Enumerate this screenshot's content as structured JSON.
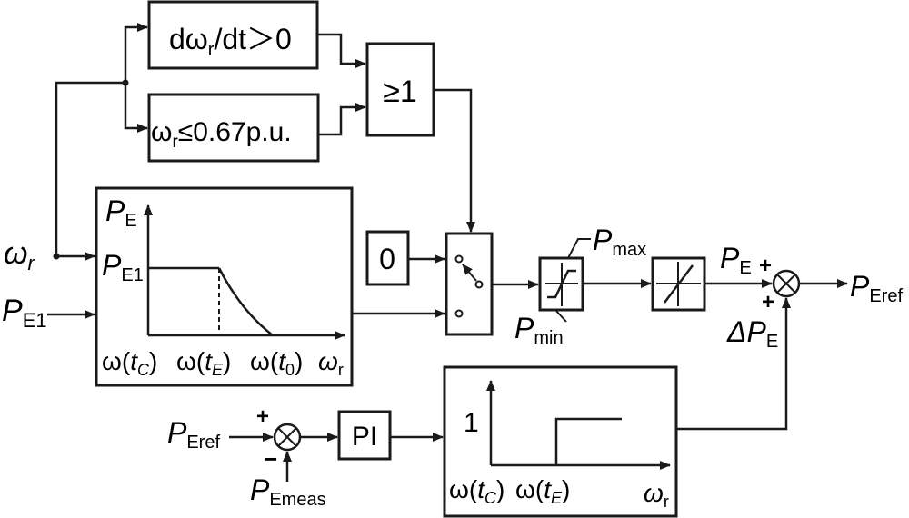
{
  "inputs": {
    "omega_r": {
      "sym": "ω",
      "sub": "r"
    },
    "pe1": {
      "sym": "P",
      "sub": "E1"
    },
    "peref_in": {
      "sym": "P",
      "sub": "Eref"
    },
    "pemeas": {
      "sym": "P",
      "sub": "Emeas"
    }
  },
  "blocks": {
    "derivative": {
      "pre": "dω",
      "sub": "r",
      "post": "/dt＞0"
    },
    "speed_check": {
      "pre": "ω",
      "sub": "r",
      "post": "≤0.67p.u."
    },
    "or_gate": "≥1",
    "zero": "0",
    "pi": "PI"
  },
  "curve_block": {
    "y_axis": {
      "sym": "P",
      "sub": "E"
    },
    "level": {
      "sym": "P",
      "sub": "E1"
    },
    "ticks": [
      {
        "pre": "ω(",
        "var": "t",
        "sub": "C",
        "post": ")"
      },
      {
        "pre": "ω(",
        "var": "t",
        "sub": "E",
        "post": ")"
      },
      {
        "pre": "ω(",
        "var": "t",
        "sub": "0",
        "post": ")"
      }
    ],
    "x_axis": {
      "sym": "ω",
      "sub": "r"
    }
  },
  "limiter": {
    "max": {
      "sym": "P",
      "sub": "max"
    },
    "min": {
      "sym": "P",
      "sub": "min"
    }
  },
  "summers": {
    "main": {
      "signal_a": {
        "sym": "P",
        "sub": "E"
      },
      "sign_a": "+",
      "signal_b": {
        "sym": "ΔP",
        "sub": "E"
      },
      "sign_b": "+"
    },
    "error": {
      "sign_plus": "+",
      "sign_minus": "−"
    }
  },
  "output": {
    "sym": "P",
    "sub": "Eref"
  },
  "step_block": {
    "level": "1",
    "ticks": [
      {
        "pre": "ω(",
        "var": "t",
        "sub": "C",
        "post": ")"
      },
      {
        "pre": "ω(",
        "var": "t",
        "sub": "E",
        "post": ")"
      }
    ],
    "x_axis": {
      "sym": "ω",
      "sub": "r"
    }
  }
}
